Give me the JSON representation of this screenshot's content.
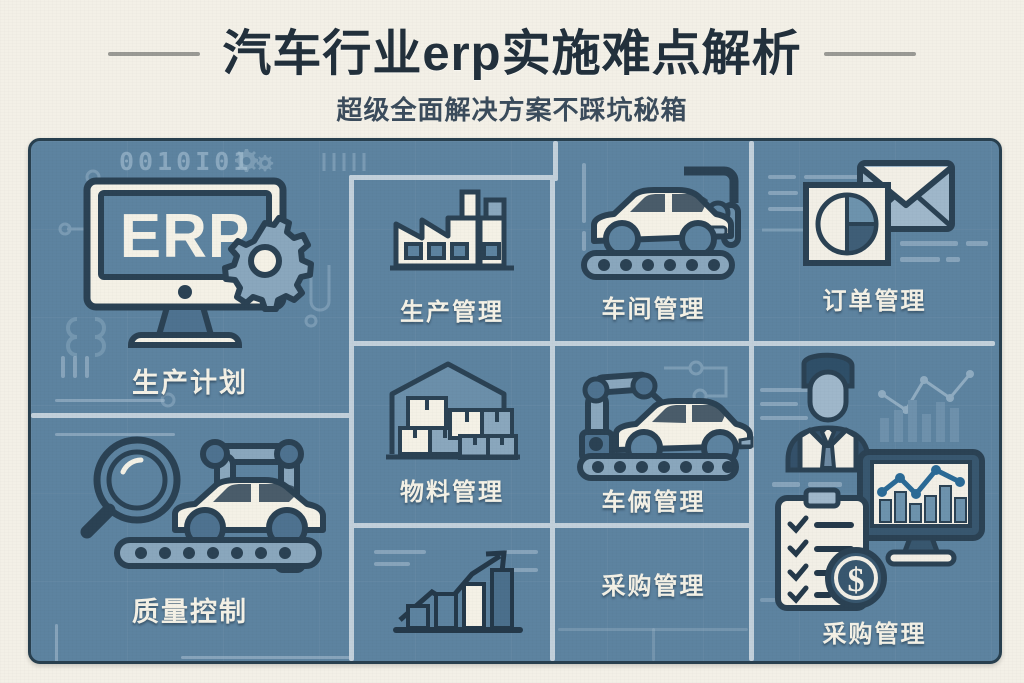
{
  "header": {
    "title": "汽车行业erp实施难点解析",
    "subtitle": "超级全面解决方案不踩坑秘箱",
    "rule_left": "",
    "rule_right": ""
  },
  "board": {
    "decor": {
      "binary": "0010I01"
    },
    "panels": [
      {
        "id": "production-plan",
        "label": "生产计划",
        "icon": "erp-monitor-gear-icon",
        "screen_text": "ERP"
      },
      {
        "id": "quality-control",
        "label": "质量控制",
        "icon": "magnifier-car-conveyor-robotarm-icon"
      },
      {
        "id": "production-management",
        "label": "生产管理",
        "icon": "factory-icon"
      },
      {
        "id": "material-management",
        "label": "物料管理",
        "icon": "warehouse-boxes-icon"
      },
      {
        "id": "growth-chart",
        "label": "",
        "icon": "bar-chart-arrow-up-icon"
      },
      {
        "id": "workshop-management",
        "label": "车间管理",
        "icon": "car-conveyor-robotarm-icon"
      },
      {
        "id": "vehicle-management",
        "label": "车俩管理",
        "icon": "robotarm-car-conveyor-icon"
      },
      {
        "id": "purchase-management-center",
        "label": "采购管理",
        "icon": ""
      },
      {
        "id": "order-management",
        "label": "订单管理",
        "icon": "envelope-piechart-icon"
      },
      {
        "id": "purchase-management",
        "label": "采购管理",
        "icon": "businessman-dashboard-clipboard-dollar-icon"
      }
    ]
  },
  "colors": {
    "paper": "#f3f0e7",
    "board_blue": "#5d83a0",
    "ink": "#22303c",
    "outline": "#28404f",
    "separator": "#c2d0db",
    "cream": "#f4f1e6",
    "steel": "#8fa9bf"
  }
}
